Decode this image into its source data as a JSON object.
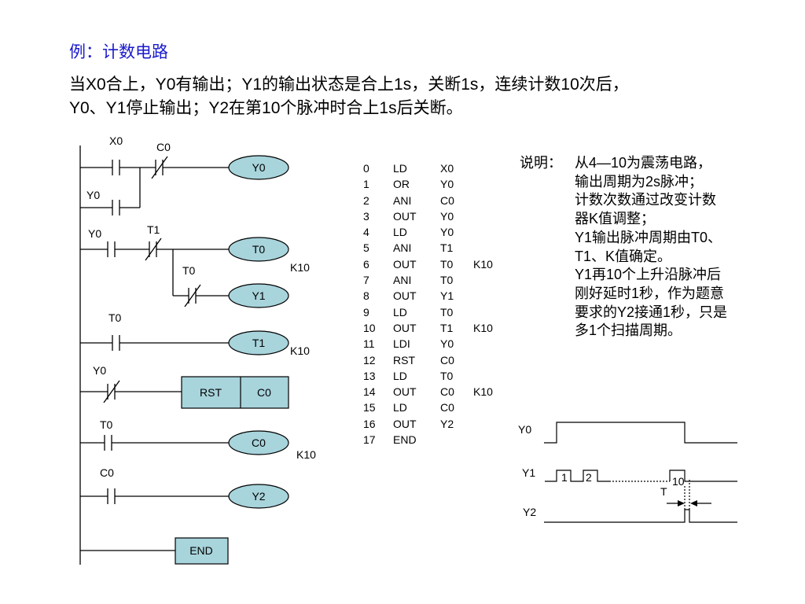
{
  "title": "例：计数电路",
  "description": [
    "当X0合上，Y0有输出；Y1的输出状态是合上1s，关断1s，连续计数10次后，",
    "Y0、Y1停止输出；Y2在第10个脉冲时合上1s后关断。"
  ],
  "ladder": {
    "contacts": {
      "x0": "X0",
      "c0_nc": "C0",
      "y0_or": "Y0",
      "y0_r2": "Y0",
      "t1_nc": "T1",
      "t0_nc": "T0",
      "t0_r3": "T0",
      "y0_nc": "Y0",
      "t0_r5": "T0",
      "c0_r6": "C0"
    },
    "coils": {
      "y0": "Y0",
      "t0": "T0",
      "y1": "Y1",
      "t1": "T1",
      "c0": "C0",
      "y2": "Y2"
    },
    "constants": {
      "t0_k": "K10",
      "t1_k": "K10",
      "c0_k": "K10"
    },
    "rst_box": {
      "op": "RST",
      "arg": "C0"
    },
    "end_box": "END"
  },
  "program": [
    {
      "n": "0",
      "op": "LD",
      "arg": "X0",
      "k": ""
    },
    {
      "n": "1",
      "op": "OR",
      "arg": "Y0",
      "k": ""
    },
    {
      "n": "2",
      "op": "ANI",
      "arg": "C0",
      "k": ""
    },
    {
      "n": "3",
      "op": "OUT",
      "arg": "Y0",
      "k": ""
    },
    {
      "n": "4",
      "op": "LD",
      "arg": "Y0",
      "k": ""
    },
    {
      "n": "5",
      "op": "ANI",
      "arg": "T1",
      "k": ""
    },
    {
      "n": "6",
      "op": "OUT",
      "arg": "T0",
      "k": "K10"
    },
    {
      "n": "7",
      "op": "ANI",
      "arg": "T0",
      "k": ""
    },
    {
      "n": "8",
      "op": "OUT",
      "arg": "Y1",
      "k": ""
    },
    {
      "n": "9",
      "op": "LD",
      "arg": "T0",
      "k": ""
    },
    {
      "n": "10",
      "op": "OUT",
      "arg": "T1",
      "k": "K10"
    },
    {
      "n": "11",
      "op": "LDI",
      "arg": "Y0",
      "k": ""
    },
    {
      "n": "12",
      "op": "RST",
      "arg": "C0",
      "k": ""
    },
    {
      "n": "13",
      "op": "LD",
      "arg": "T0",
      "k": ""
    },
    {
      "n": "14",
      "op": "OUT",
      "arg": "C0",
      "k": "K10"
    },
    {
      "n": "15",
      "op": "LD",
      "arg": "C0",
      "k": ""
    },
    {
      "n": "16",
      "op": "OUT",
      "arg": "Y2",
      "k": ""
    },
    {
      "n": "17",
      "op": "END",
      "arg": "",
      "k": ""
    }
  ],
  "note": {
    "label": "说明：",
    "lines": [
      "从4—10为震荡电路，",
      "输出周期为2s脉冲；",
      "计数次数通过改变计数",
      "器K值调整；",
      "Y1输出脉冲周期由T0、",
      "T1、K值确定。",
      "Y1再10个上升沿脉冲后",
      "刚好延时1秒，作为题意",
      "要求的Y2接通1秒，只是",
      "多1个扫描周期。"
    ]
  },
  "timing": {
    "signals": {
      "y0": "Y0",
      "y1": "Y1",
      "y2": "Y2"
    },
    "pulse_labels": {
      "p1": "1",
      "p2": "2",
      "p10": "10"
    },
    "t_label": "T"
  }
}
